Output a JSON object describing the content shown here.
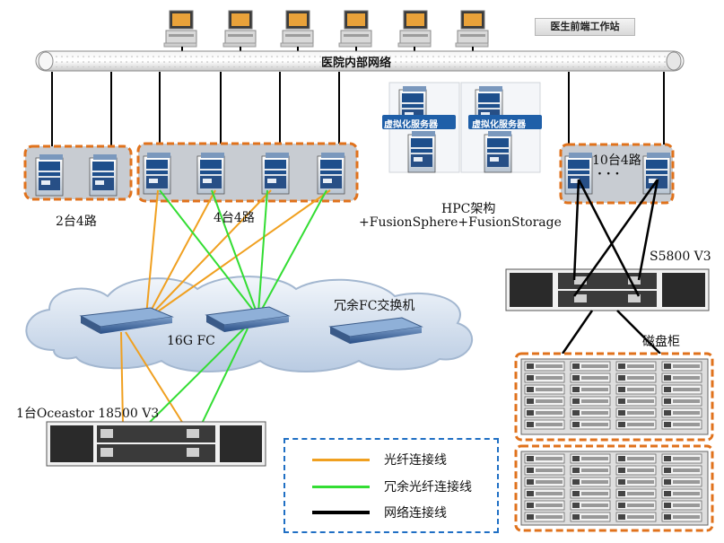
{
  "network": {
    "label": "医院内部网络"
  },
  "workstation": {
    "label": "医生前端工作站"
  },
  "virtualization": {
    "server_label_1": "虚拟化服务器",
    "server_label_2": "虚拟化服务器"
  },
  "hpc": {
    "line1": "HPC架构",
    "line2": "+FusionSphere+FusionStorage"
  },
  "groups": {
    "left": "2台4路",
    "middle": "4台4路",
    "right": "10台4路",
    "right_dots": "· · ·"
  },
  "fc": {
    "switch_label": "冗余FC交换机",
    "speed_label": "16G FC"
  },
  "storage": {
    "oceastor": "1台Oceastor 18500 V3",
    "s5800": "S5800 V3",
    "disk_cabinet": "磁盘柜"
  },
  "legend": {
    "items": [
      {
        "label": "光纤连接线",
        "color": "#f0a020"
      },
      {
        "label": "冗余光纤连接线",
        "color": "#33dd33"
      },
      {
        "label": "网络连接线",
        "color": "#000000"
      }
    ]
  },
  "colors": {
    "fiber": "#f0a020",
    "redundant": "#33dd33",
    "network": "#000000",
    "group_border": "#e0721c",
    "legend_border": "#1f6fc4"
  }
}
